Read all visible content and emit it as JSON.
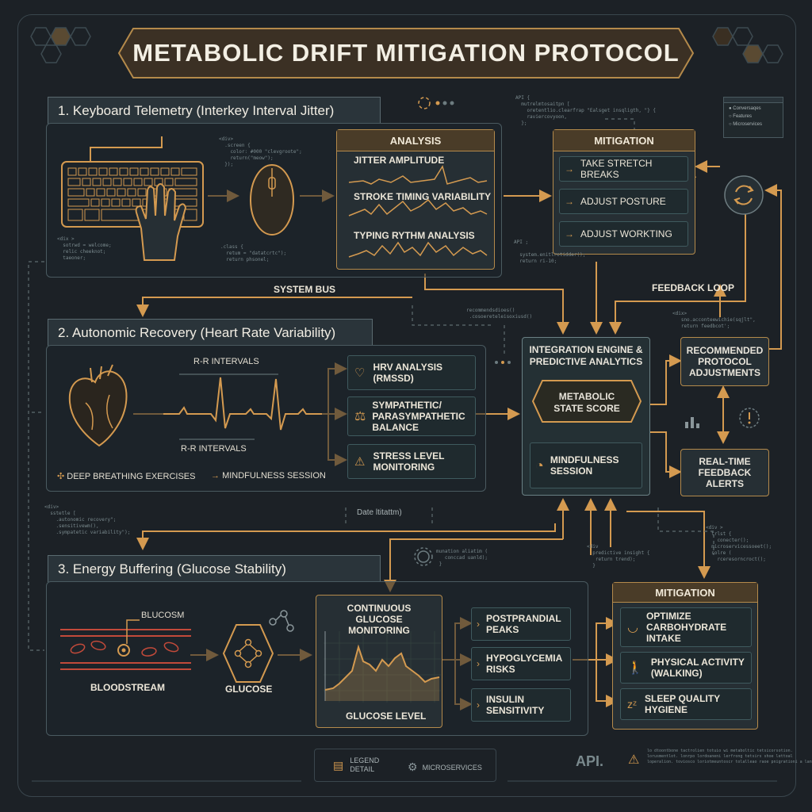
{
  "title": "METABOLIC DRIFT MITIGATION PROTOCOL",
  "section1": {
    "heading": "1. Keyboard Telemetry (Interkey Interval Jitter)",
    "analysis": {
      "title": "ANALYSIS",
      "rows": [
        "JITTER AMPLITUDE",
        "STROKE TIMING VARIABILITY",
        "TYPING RYTHM ANALYSIS"
      ]
    },
    "mitigation": {
      "title": "MITIGATION",
      "items": [
        "TAKE STRETCH BREAKS",
        "ADJUST POSTURE",
        "ADJUST WORKTING"
      ]
    }
  },
  "bus": {
    "system_bus": "SYSTEM BUS",
    "feedback_loop": "FEEDBACK LOOP"
  },
  "section2": {
    "heading": "2. Autonomic Recovery (Heart Rate Variability)",
    "rr_top": "R-R INTERVALS",
    "rr_bottom": "R-R INTERVALS",
    "items": [
      "HRV ANALYSIS (RMSSD)",
      "SYMPATHETIC/ PARASYMPATHETIC BALANCE",
      "STRESS LEVEL MONITORING"
    ],
    "actions": [
      "DEEP BREATHING EXERCISES",
      "MINDFULNESS SESSION"
    ]
  },
  "engine": {
    "title": "INTEGRATION ENGINE & PREDICTIVE ANALYTICS",
    "score": "METABOLIC STATE SCORE",
    "session": "MINDFULNESS SESSION"
  },
  "recommended": "RECOMMENDED PROTOCOL ADJUSTMENTS",
  "alerts": "REAL-TIME FEEDBACK ALERTS",
  "section3": {
    "heading": "3. Energy Buffering (Glucose Stability)",
    "blucosm": "BLUCOSM",
    "bloodstream": "BLOODSTREAM",
    "glucose": "GLUCOSE",
    "cgm_title": "CONTINUOUS GLUCOSE MONITORING",
    "cgm_caption": "GLUCOSE LEVEL",
    "items": [
      "POSTPRANDIAL PEAKS",
      "HYPOGLYCEMIA RISKS",
      "INSULIN SENSITIVITY"
    ],
    "mitigation": {
      "title": "MITIGATION",
      "items": [
        "OPTIMIZE CARBOHYDRATE INTAKE",
        "PHYSICAL ACTIVITY (WALKING)",
        "SLEEP QUALITY HYGIENE"
      ]
    }
  },
  "legend_box": [
    "Conversaqes",
    "Features",
    "Microservices"
  ],
  "footer": {
    "legend": "LEGEND DETAIL",
    "microservices": "MICROSERVICES",
    "api": "API.",
    "data": "Date ltitattm)"
  },
  "colors": {
    "accent": "#d49a50",
    "frame": "#3a464d",
    "panel": "#262f34"
  }
}
